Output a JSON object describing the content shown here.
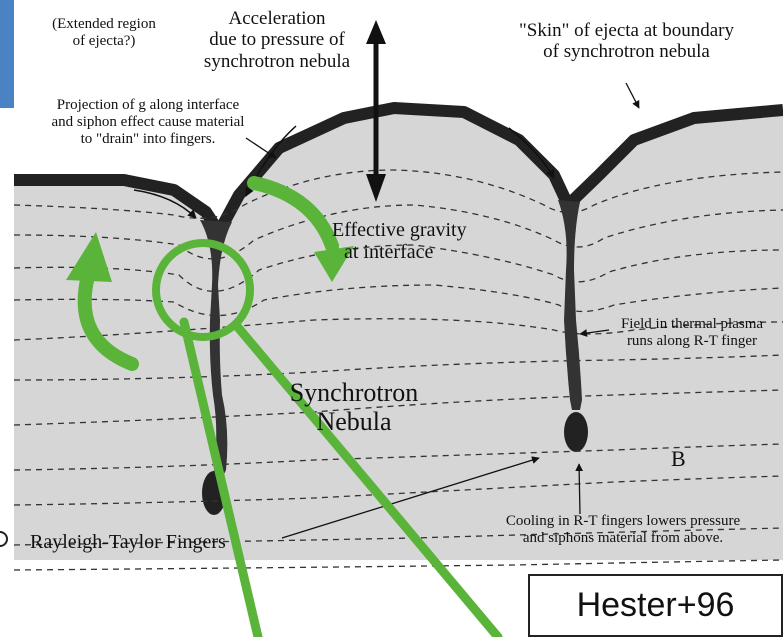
{
  "figure": {
    "labels": {
      "extended_region": [
        "(Extended region",
        "of ejecta?)"
      ],
      "acceleration": [
        "Acceleration",
        "due to pressure of",
        "synchrotron nebula"
      ],
      "skin": [
        "\"Skin\" of ejecta at boundary",
        "of synchrotron nebula"
      ],
      "projection": [
        "Projection of g along interface",
        "and siphon effect cause material",
        "to \"drain\" into fingers."
      ],
      "effective_gravity": [
        "Effective gravity",
        "at interface"
      ],
      "field_thermal": [
        "Field in thermal plasma",
        "runs along R-T finger"
      ],
      "synchrotron_nebula": [
        "Synchrotron",
        "Nebula"
      ],
      "b_field": "B",
      "rayleigh_taylor": "Rayleigh-Taylor Fingers",
      "cooling": [
        "Cooling in R-T fingers lowers pressure",
        "and siphons material from above."
      ]
    },
    "citation": "Hester+96"
  },
  "colors": {
    "slide_blue": "#4a83c4",
    "annotation_green": "#5ab43a",
    "ink": "#111111",
    "shading": "#cfcfcf"
  }
}
